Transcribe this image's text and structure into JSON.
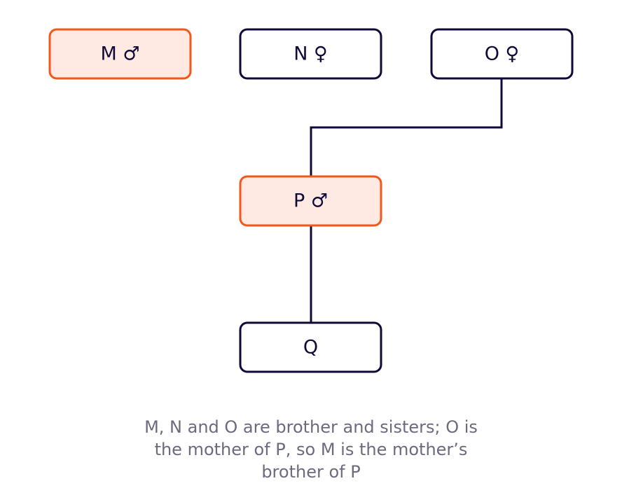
{
  "colors": {
    "dark": "#0f0a3a",
    "highlight_stroke": "#f2571b",
    "highlight_fill": "#feeae2",
    "normal_fill": "#ffffff",
    "caption": "#6b6b80"
  },
  "nodes": [
    {
      "id": "M",
      "label": "M ♂",
      "highlight": true
    },
    {
      "id": "N",
      "label": "N ♀",
      "highlight": false
    },
    {
      "id": "O",
      "label": "O ♀",
      "highlight": false
    },
    {
      "id": "P",
      "label": "P ♂",
      "highlight": true
    },
    {
      "id": "Q",
      "label": "Q",
      "highlight": false
    }
  ],
  "edges": [
    {
      "from": "O",
      "to": "P"
    },
    {
      "from": "P",
      "to": "Q"
    }
  ],
  "caption": {
    "lines": [
      "M, N and O are brother and sisters; O is",
      "the mother of P, so M is the mother’s",
      "brother of P"
    ]
  }
}
